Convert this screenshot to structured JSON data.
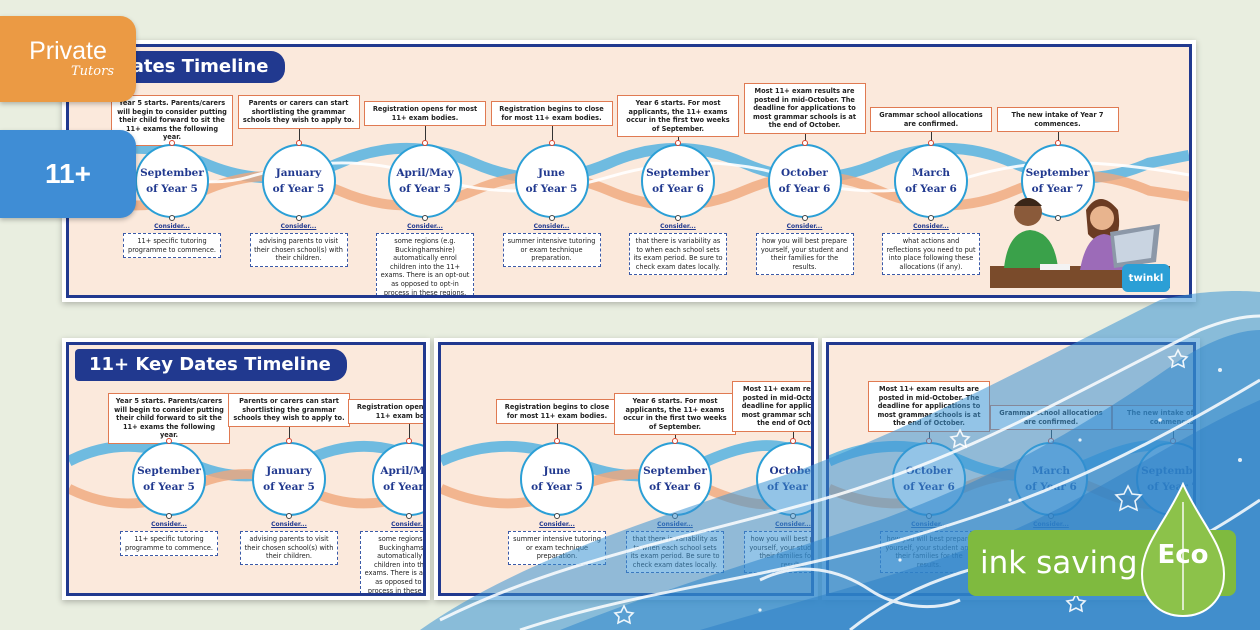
{
  "badges": {
    "private_line1": "Private",
    "private_line2": "Tutors",
    "level": "11+"
  },
  "titles": {
    "main": "Key Dates Timeline",
    "secondary": "11+ Key Dates Timeline"
  },
  "consider_label": "Consider...",
  "brand": "twinkl",
  "eco": {
    "label": "ink saving",
    "badge": "Eco"
  },
  "colors": {
    "navy": "#21398f",
    "orange": "#eb9a44",
    "blue": "#3f8dd5",
    "green": "#7fba3f",
    "wave_blue": "#5fb6e0",
    "wave_orange": "#f0a77c"
  },
  "milestones": [
    {
      "date_line1": "September",
      "date_line2": "of Year 5",
      "top": "Year 5 starts. Parents/carers will begin to consider putting their child forward to sit the 11+ exams the following year.",
      "bottom": "11+ specific tutoring programme to commence."
    },
    {
      "date_line1": "January",
      "date_line2": "of Year 5",
      "top": "Parents or carers can start shortlisting the grammar schools they wish to apply to.",
      "bottom": "advising parents to visit their chosen school(s) with their children."
    },
    {
      "date_line1": "April/May",
      "date_line2": "of Year 5",
      "top": "Registration opens for most 11+ exam bodies.",
      "bottom": "some regions (e.g. Buckinghamshire) automatically enrol children into the 11+ exams. There is an opt-out as opposed to opt-in process in these regions."
    },
    {
      "date_line1": "June",
      "date_line2": "of Year 5",
      "top": "Registration begins to close for most 11+ exam bodies.",
      "bottom": "summer intensive tutoring or exam technique preparation."
    },
    {
      "date_line1": "September",
      "date_line2": "of Year 6",
      "top": "Year 6 starts. For most applicants, the 11+ exams occur in the first two weeks of September.",
      "bottom": "that there is variability as to when each school sets its exam period. Be sure to check exam dates locally."
    },
    {
      "date_line1": "October",
      "date_line2": "of Year 6",
      "top": "Most 11+ exam results are posted in mid-October. The deadline for applications to most grammar schools is at the end of October.",
      "bottom": "how you will best prepare yourself, your student and their families for the results."
    },
    {
      "date_line1": "March",
      "date_line2": "of Year 6",
      "top": "Grammar school allocations are confirmed.",
      "bottom": "what actions and reflections you need to put into place following these allocations (if any)."
    },
    {
      "date_line1": "September",
      "date_line2": "of Year 7",
      "top": "The new intake of Year 7 commences.",
      "bottom": ""
    }
  ]
}
